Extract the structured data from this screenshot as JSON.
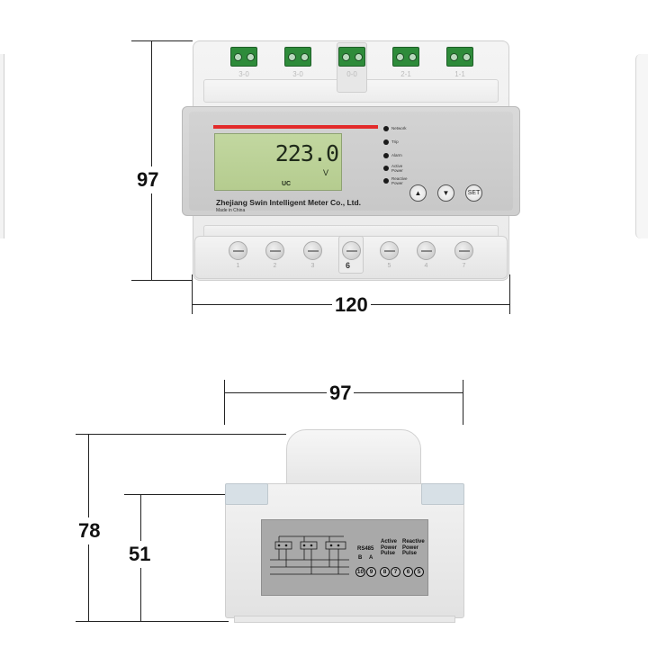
{
  "front_view": {
    "dimensions": {
      "height": "97",
      "width": "120"
    },
    "top_terminal_labels": [
      "3-0",
      "3-0",
      "0-0",
      "2-1",
      "1-1"
    ],
    "display": {
      "value": "223.0",
      "unit": "V",
      "mode": "UC"
    },
    "brand": "Zhejiang Swin Intelligent Meter Co., Ltd.",
    "origin": "Made in China",
    "indicators": [
      {
        "label": "Network"
      },
      {
        "label": "Trip"
      },
      {
        "label": "Alarm"
      },
      {
        "label": "Active Power"
      },
      {
        "label": "Reactive Power"
      }
    ],
    "buttons": [
      {
        "label": "▲",
        "icon": "up-arrow-icon"
      },
      {
        "label": "▼",
        "icon": "down-arrow-icon"
      },
      {
        "label": "SET",
        "icon": "set-icon"
      }
    ],
    "bottom_terminal_labels": [
      "1",
      "2",
      "3",
      "6",
      "5",
      "4",
      "7"
    ],
    "center_bolt_label": "6",
    "colors": {
      "lcd": "#bcd196",
      "terminal": "#2e8b3a",
      "accent_bar": "#e32b2b"
    }
  },
  "side_view": {
    "dimensions": {
      "width": "97",
      "total_height": "78",
      "body_height": "51"
    },
    "label_groups": [
      {
        "title": "RS485",
        "pins": [
          "B",
          "A"
        ],
        "numbers": [
          "10",
          "9"
        ]
      },
      {
        "title": "Active Power Pulse",
        "numbers": [
          "8",
          "7"
        ]
      },
      {
        "title": "Reactive Power Pulse",
        "numbers": [
          "6",
          "5"
        ]
      }
    ]
  }
}
